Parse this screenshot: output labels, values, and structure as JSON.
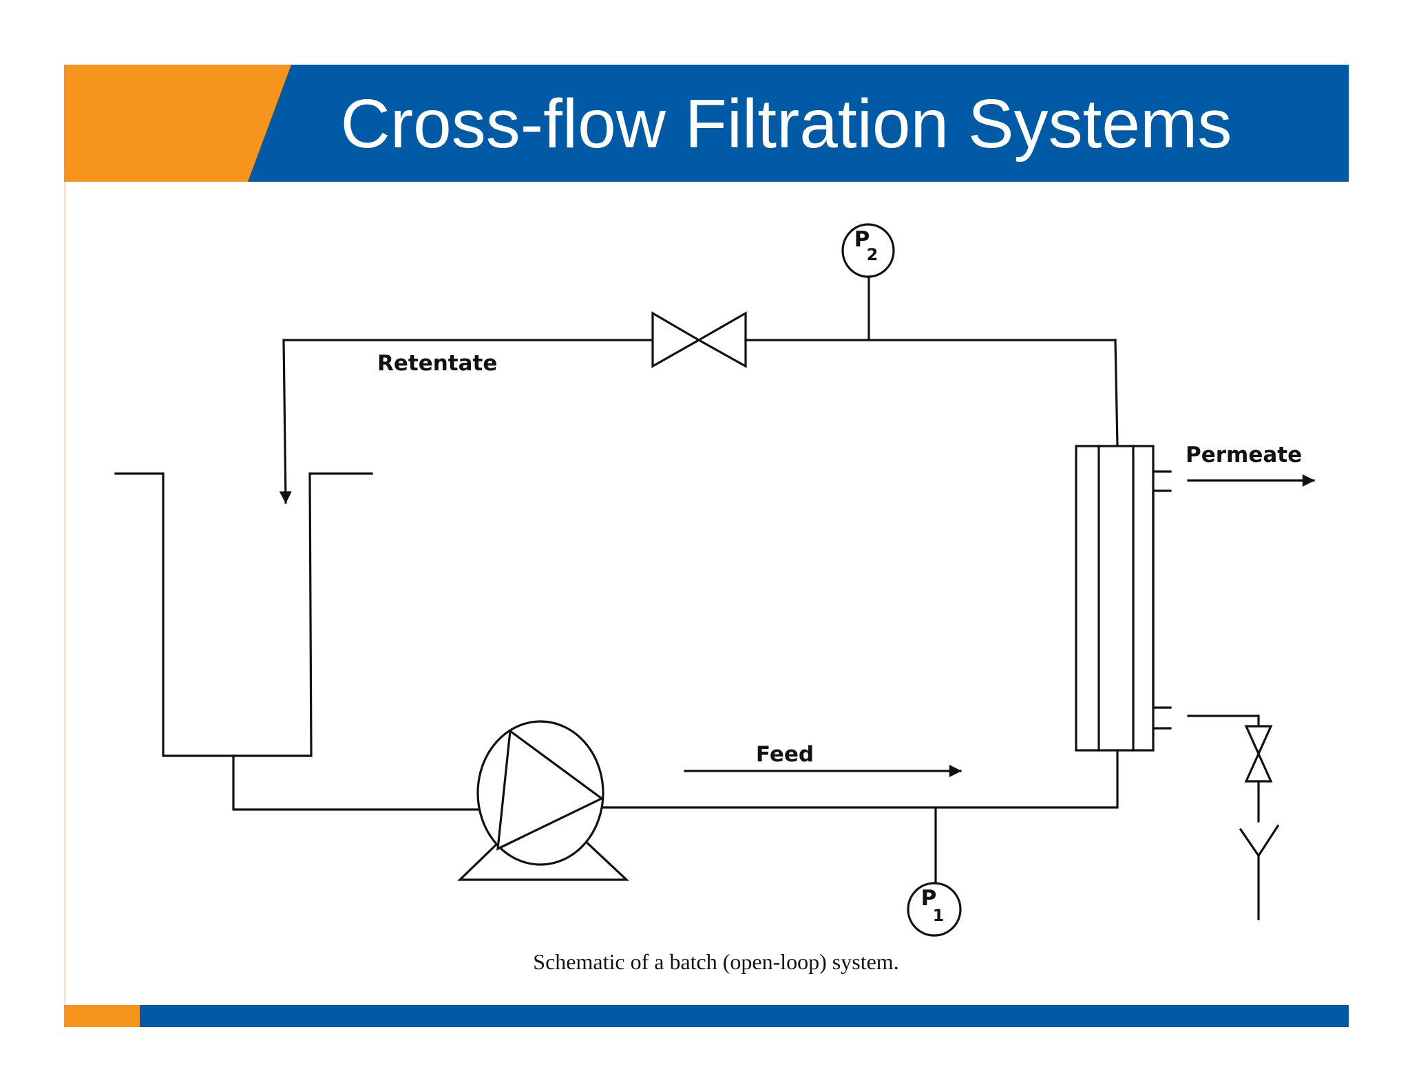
{
  "slide": {
    "title": "Cross-flow Filtration Systems",
    "colors": {
      "header_blue": "#005aa5",
      "accent_orange": "#f7941d",
      "left_edge": "#fde6cd"
    }
  },
  "diagram": {
    "labels": {
      "retentate": "Retentate",
      "permeate": "Permeate",
      "feed": "Feed"
    },
    "gauges": [
      {
        "letter": "P",
        "subscript": "2"
      },
      {
        "letter": "P",
        "subscript": "1"
      }
    ],
    "components": {
      "tank": "tank",
      "pump": "pump-icon",
      "retentate_valve": "valve-icon",
      "drain_valve": "valve-icon",
      "membrane_module": "membrane-module",
      "drain_outlet": "outlet-icon"
    },
    "caption": "Schematic of a batch (open-loop) system."
  }
}
